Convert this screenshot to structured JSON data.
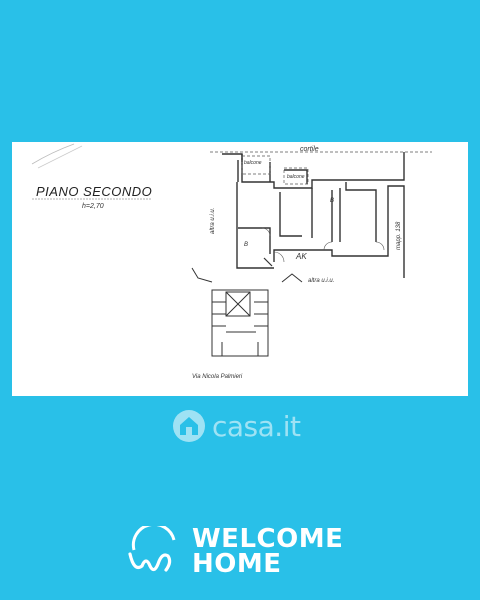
{
  "floorplan": {
    "title": "PIANO SECONDO",
    "height_note": "h=2,70",
    "labels": {
      "cortile": "cortile",
      "balcone_left": "balcone",
      "balcone_right": "balcone",
      "bath_1": "B",
      "bath_2": "B",
      "room_ak": "AK",
      "altra_uiu_left": "altra u.i.u.",
      "altra_uiu_bottom": "altra u.i.u.",
      "mapp": "mapp. 138",
      "street": "Via Nicola Palmieri"
    }
  },
  "watermark": {
    "text": "casa.it",
    "icon": "house-icon"
  },
  "brand": {
    "line1": "WELCOME",
    "line2": "HOME",
    "logo_icon": "welcome-w-icon"
  },
  "colors": {
    "background": "#29c0e8",
    "card": "#ffffff",
    "brand_text": "#ffffff"
  }
}
